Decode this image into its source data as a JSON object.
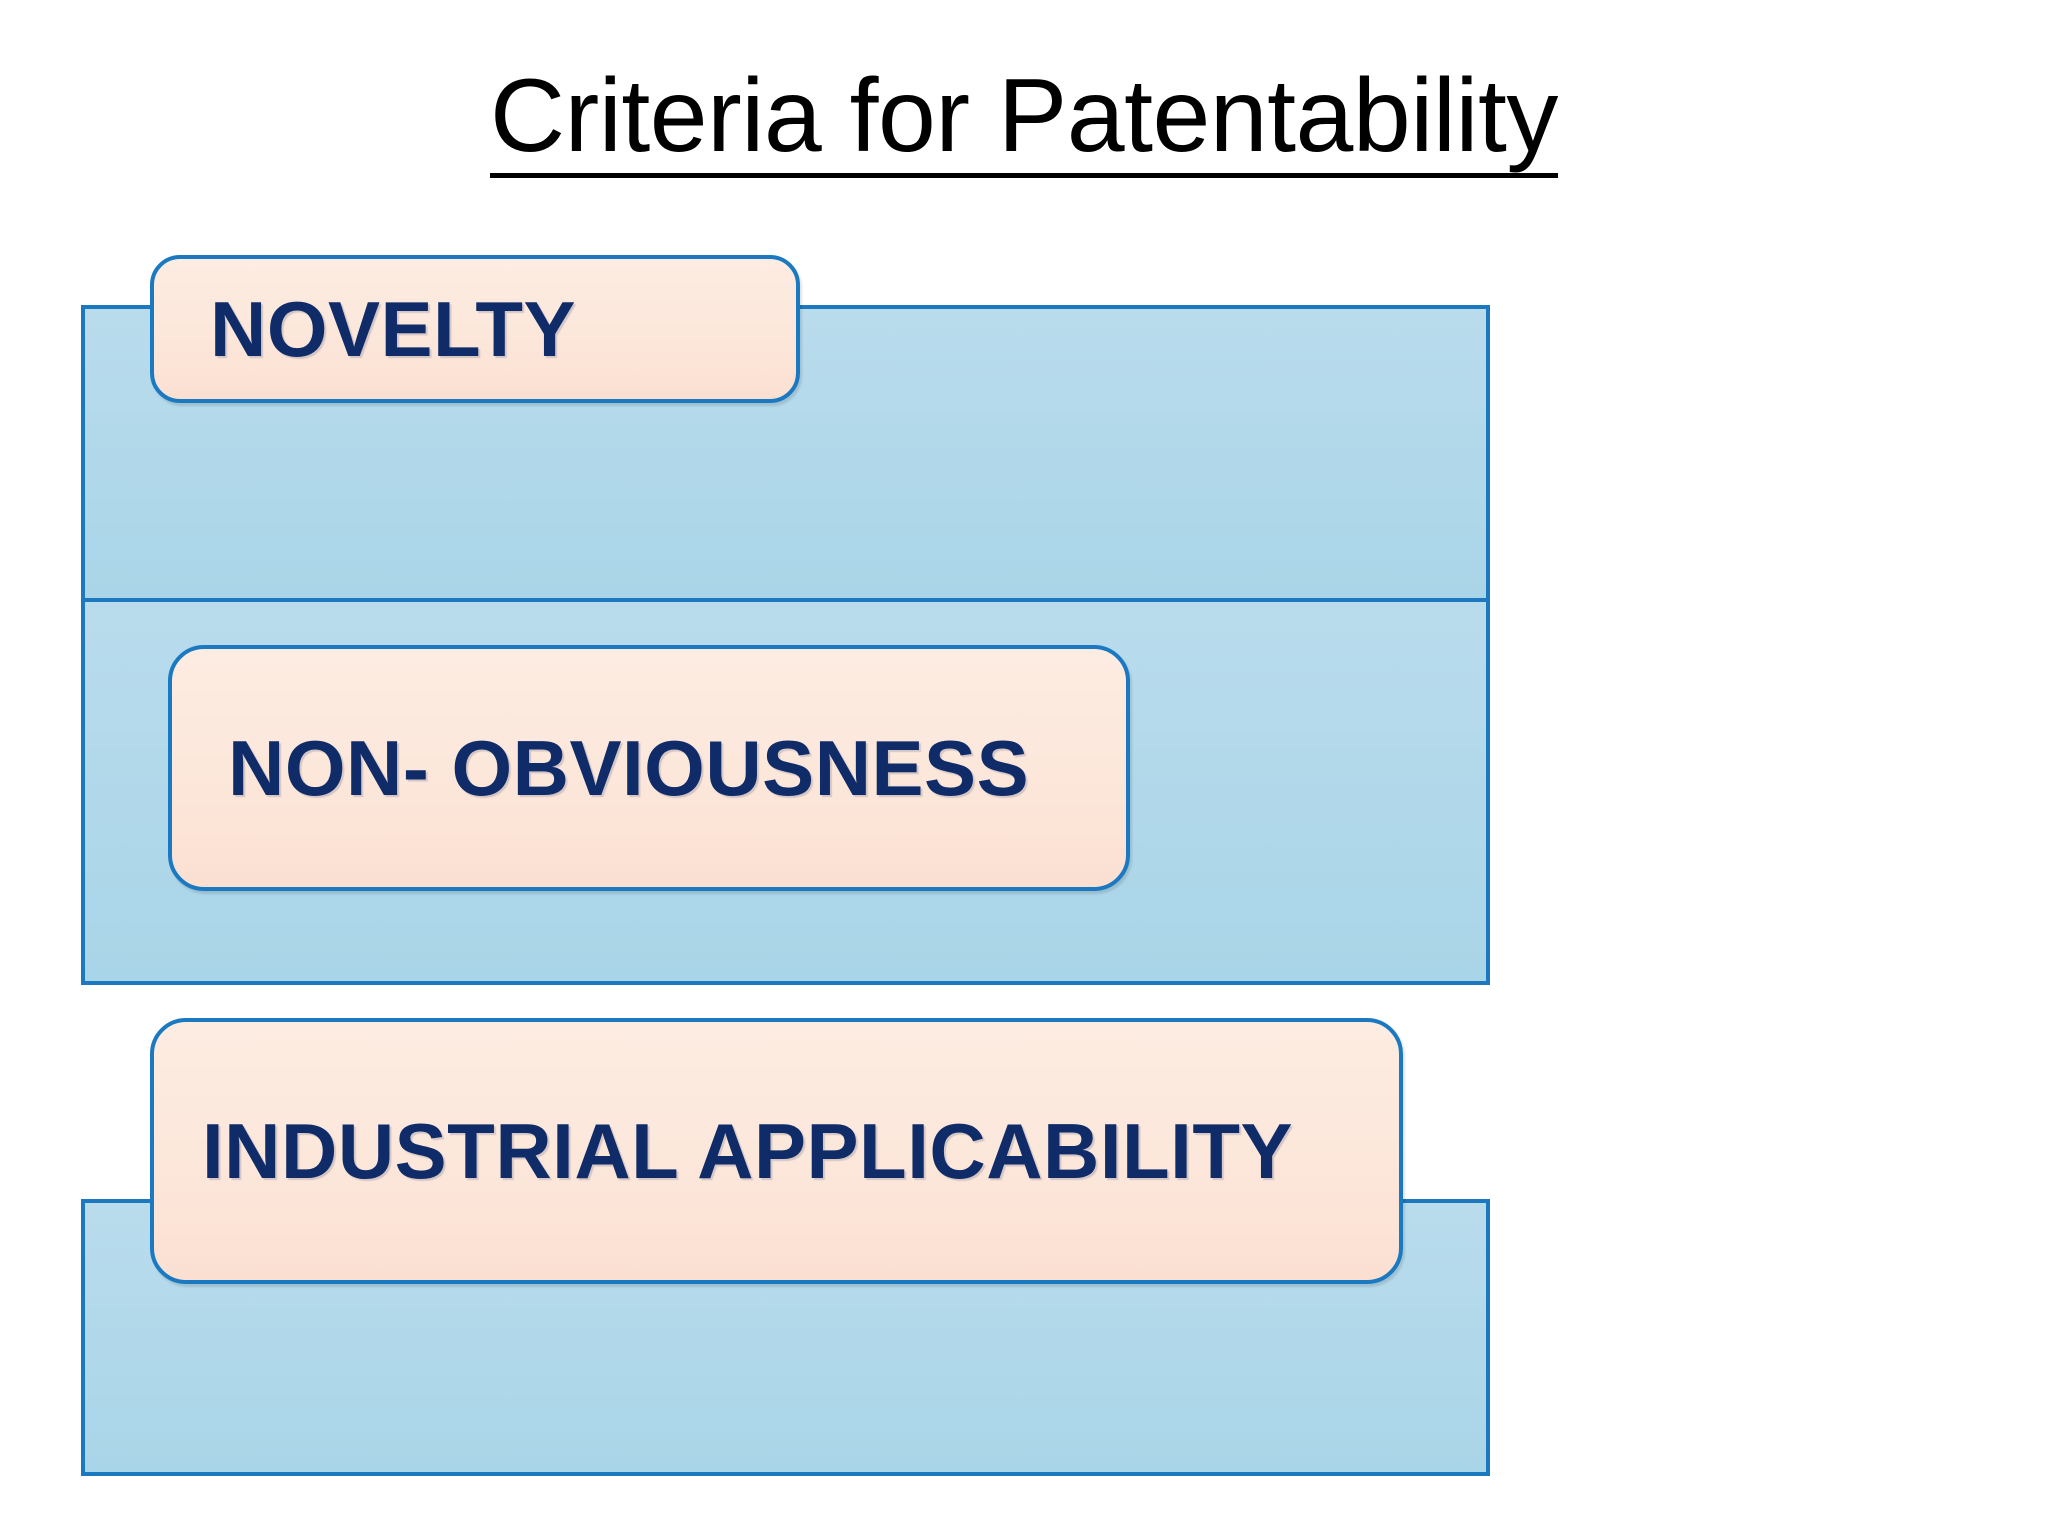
{
  "slide": {
    "background_color": "#ffffff",
    "title": "Criteria for Patentability",
    "title_color": "#000000",
    "title_underlined": true
  },
  "theme": {
    "bar_fill": "#b3daea",
    "bar_border": "#1c79c0",
    "card_fill": "#fce8dd",
    "card_border": "#1b79c2",
    "card_text_color": "#0f2b68"
  },
  "criteria": [
    {
      "id": "novelty",
      "label": "NOVELTY"
    },
    {
      "id": "non-obviousness",
      "label": "NON- OBVIOUSNESS"
    },
    {
      "id": "industrial-applicability",
      "label": "INDUSTRIAL APPLICABILITY"
    }
  ]
}
